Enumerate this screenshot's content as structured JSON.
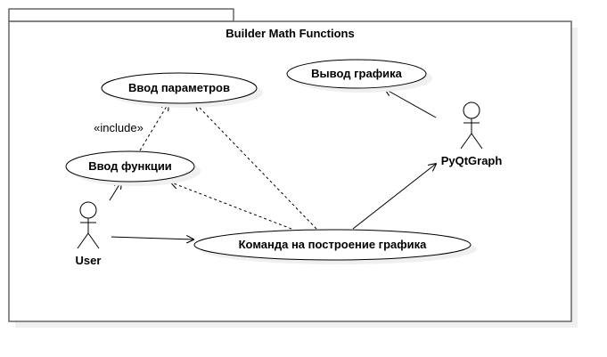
{
  "package": {
    "title": "Builder Math Functions"
  },
  "use_cases": {
    "input_params": "Ввод параметров",
    "plot_output": "Вывод графика",
    "input_function": "Ввод функции",
    "build_command": "Команда на построение графика"
  },
  "actors": {
    "user": "User",
    "pyqtgraph": "PyQtGraph"
  },
  "relations": {
    "include_label": "«include»"
  },
  "colors": {
    "line": "#000000",
    "shadow": "#f0f0f0",
    "fill": "#ffffff",
    "frame": "#666666"
  }
}
